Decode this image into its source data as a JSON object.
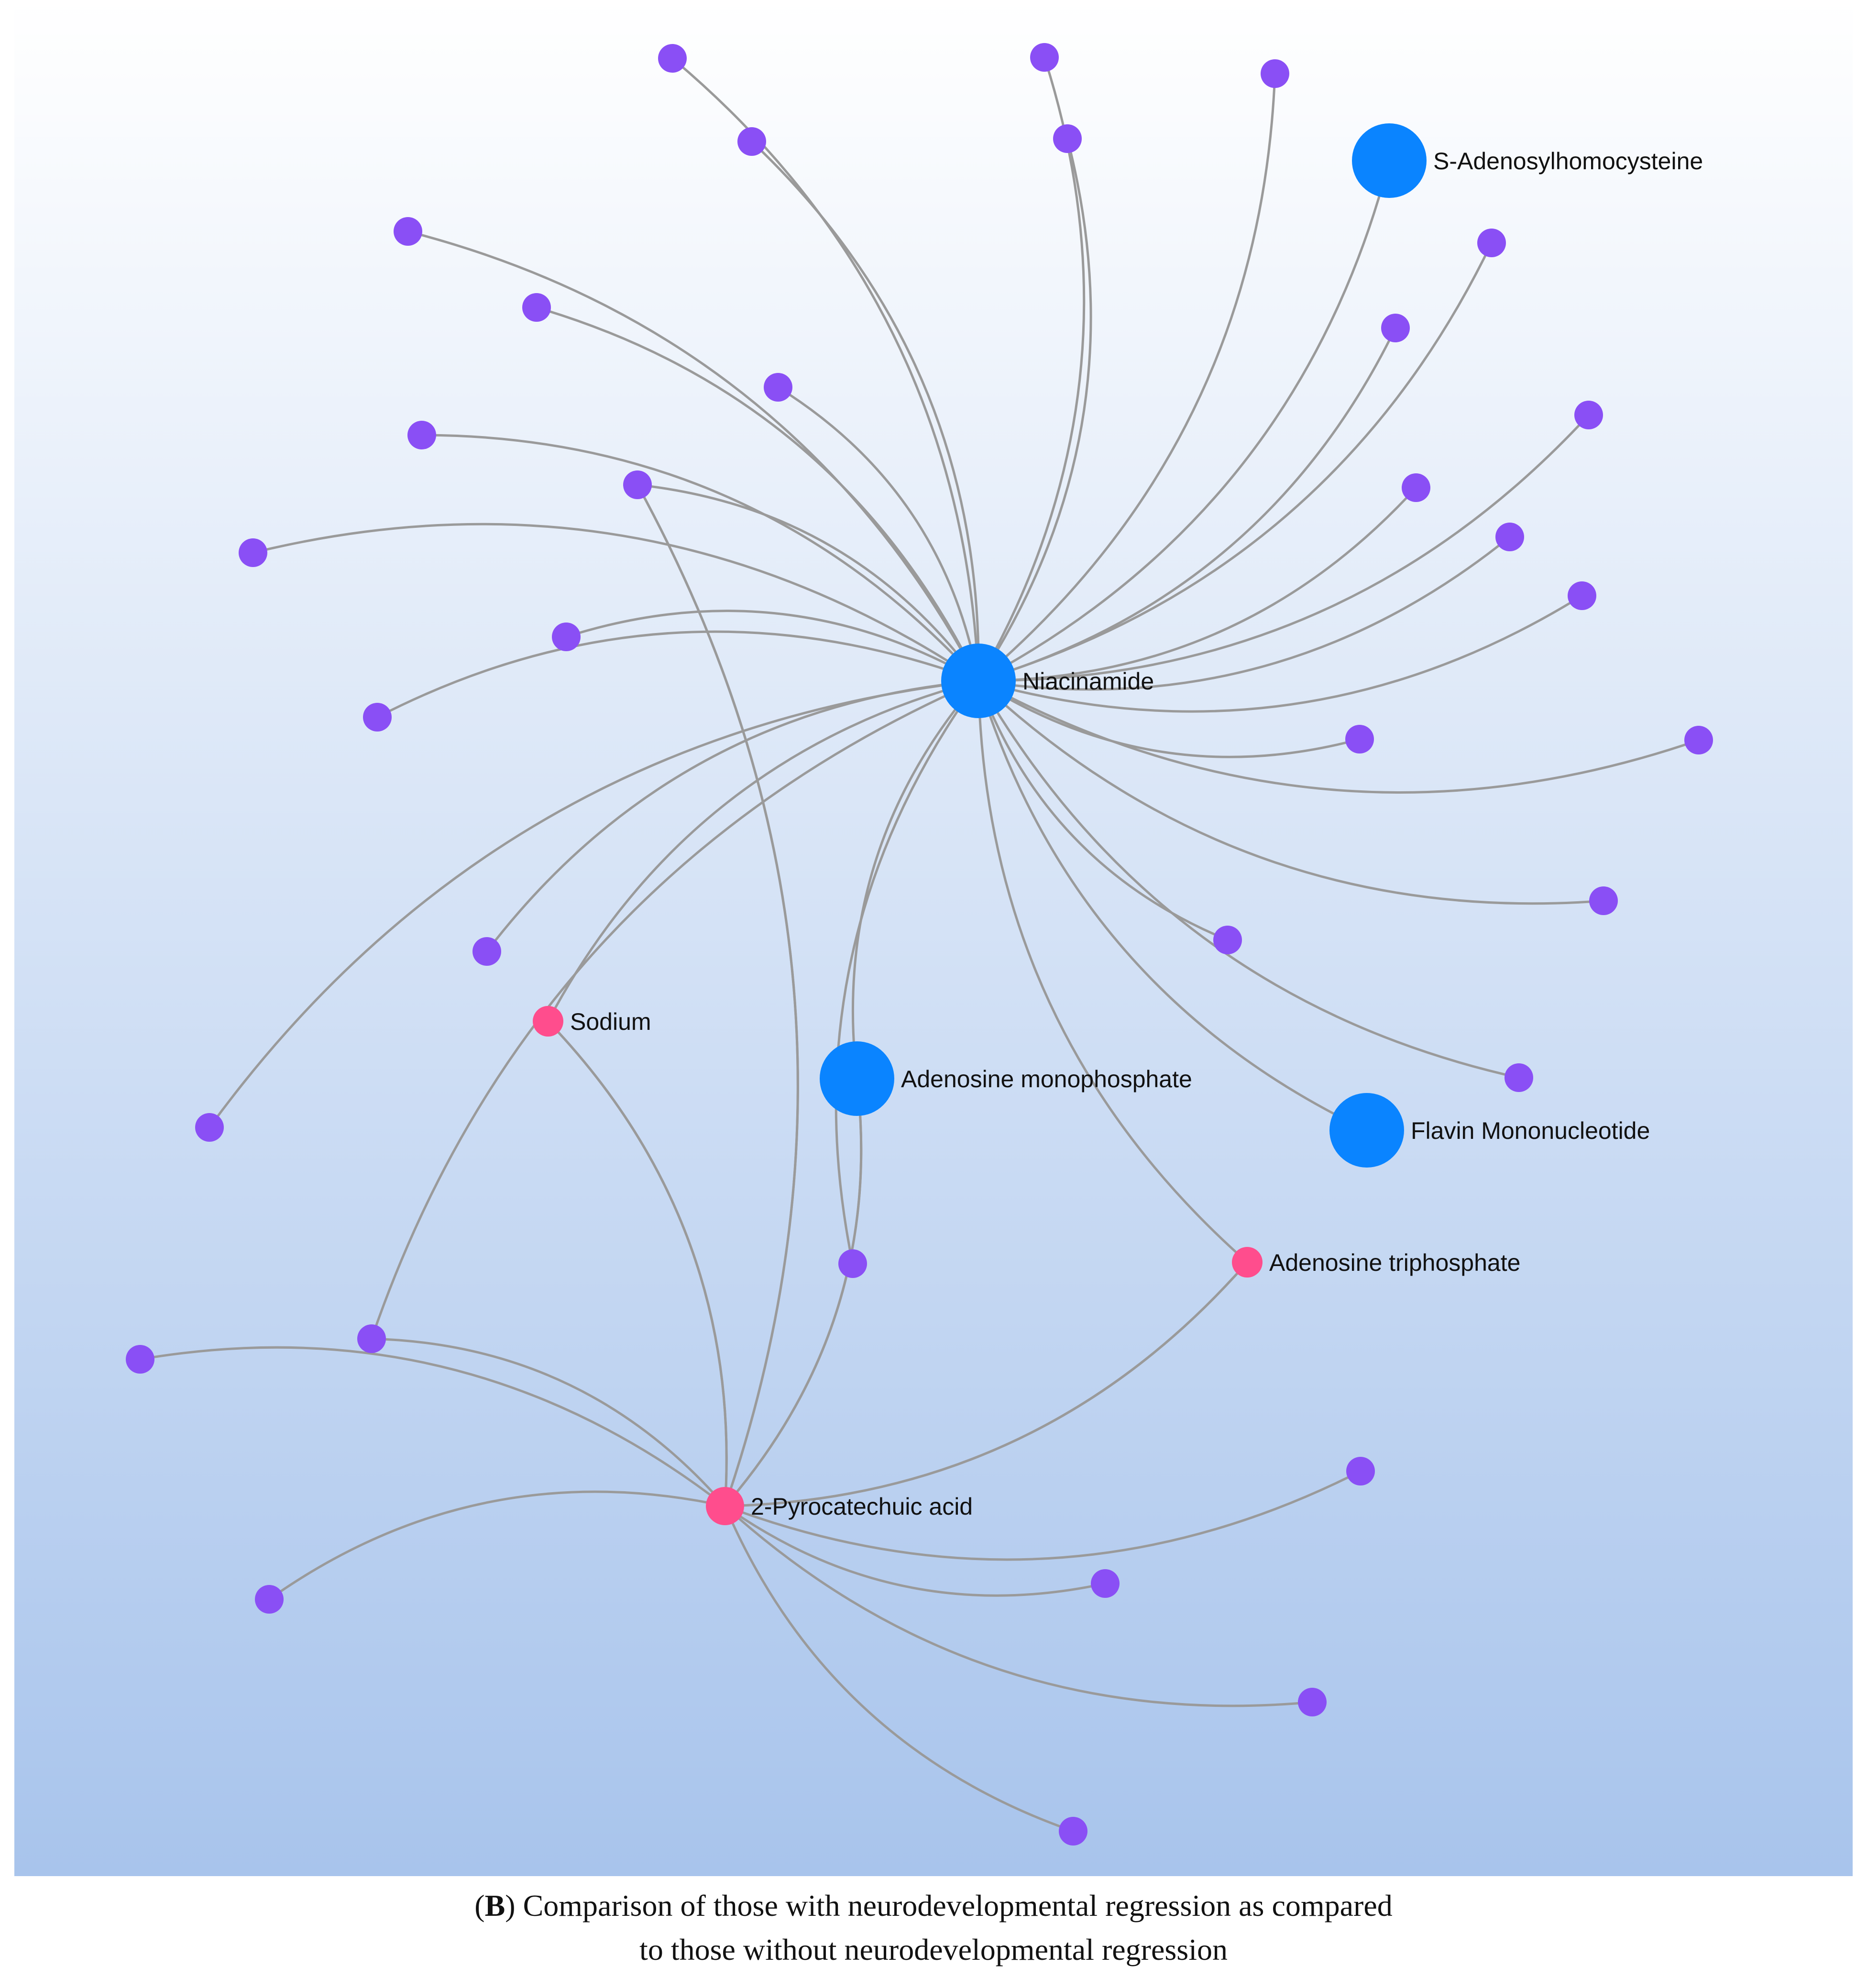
{
  "colors": {
    "background_top": "#ffffff",
    "background_bottom": "#a8c4ec",
    "edge": "#9a9a9a",
    "hub_node": "#0a84ff",
    "secondary_node": "#ff4d8d",
    "leaf_node": "#8a4ff5",
    "label_text": "#111111"
  },
  "network": {
    "nodes": [
      {
        "id": "niacinamide",
        "label": "Niacinamide",
        "group": "hub"
      },
      {
        "id": "sah",
        "label": "S-Adenosylhomocysteine",
        "group": "hub"
      },
      {
        "id": "amp",
        "label": "Adenosine monophosphate",
        "group": "hub"
      },
      {
        "id": "fmn",
        "label": "Flavin Mononucleotide",
        "group": "hub"
      },
      {
        "id": "sodium",
        "label": "Sodium",
        "group": "secondary"
      },
      {
        "id": "atp",
        "label": "Adenosine triphosphate",
        "group": "secondary"
      },
      {
        "id": "pyro",
        "label": "2-Pyrocatechuic acid",
        "group": "secondary"
      },
      {
        "id": "n1",
        "group": "leaf"
      },
      {
        "id": "n2",
        "group": "leaf"
      },
      {
        "id": "n3",
        "group": "leaf"
      },
      {
        "id": "n4",
        "group": "leaf"
      },
      {
        "id": "n5",
        "group": "leaf"
      },
      {
        "id": "n6",
        "group": "leaf"
      },
      {
        "id": "n7",
        "group": "leaf"
      },
      {
        "id": "n8",
        "group": "leaf"
      },
      {
        "id": "n9",
        "group": "leaf"
      },
      {
        "id": "n10",
        "group": "leaf"
      },
      {
        "id": "n11",
        "group": "leaf"
      },
      {
        "id": "n12",
        "group": "leaf"
      },
      {
        "id": "n13",
        "group": "leaf"
      },
      {
        "id": "n14",
        "group": "leaf"
      },
      {
        "id": "n15",
        "group": "leaf"
      },
      {
        "id": "n16",
        "group": "leaf"
      },
      {
        "id": "n17",
        "group": "leaf"
      },
      {
        "id": "n18",
        "group": "leaf"
      },
      {
        "id": "n19",
        "group": "leaf"
      },
      {
        "id": "n20",
        "group": "leaf"
      },
      {
        "id": "n21",
        "group": "leaf"
      },
      {
        "id": "n22",
        "group": "leaf"
      },
      {
        "id": "n23",
        "group": "leaf"
      },
      {
        "id": "n24",
        "group": "leaf"
      },
      {
        "id": "n25",
        "group": "leaf"
      },
      {
        "id": "n26",
        "group": "leaf"
      },
      {
        "id": "n27",
        "group": "leaf"
      },
      {
        "id": "n28",
        "group": "leaf"
      },
      {
        "id": "n29",
        "group": "leaf"
      },
      {
        "id": "n30",
        "group": "leaf"
      },
      {
        "id": "n31",
        "group": "leaf"
      },
      {
        "id": "n32",
        "group": "leaf"
      },
      {
        "id": "n33",
        "group": "leaf"
      },
      {
        "id": "n34",
        "group": "leaf"
      },
      {
        "id": "n35",
        "group": "leaf"
      },
      {
        "id": "n36",
        "group": "leaf"
      },
      {
        "id": "n37",
        "group": "leaf"
      },
      {
        "id": "n38",
        "group": "leaf"
      },
      {
        "id": "n39",
        "group": "leaf"
      }
    ],
    "edges": [
      [
        "niacinamide",
        "n1"
      ],
      [
        "niacinamide",
        "n2"
      ],
      [
        "niacinamide",
        "n3"
      ],
      [
        "niacinamide",
        "n4"
      ],
      [
        "niacinamide",
        "n5"
      ],
      [
        "niacinamide",
        "n6"
      ],
      [
        "niacinamide",
        "n7"
      ],
      [
        "niacinamide",
        "n8"
      ],
      [
        "niacinamide",
        "n9"
      ],
      [
        "niacinamide",
        "n10"
      ],
      [
        "niacinamide",
        "n11"
      ],
      [
        "niacinamide",
        "n12"
      ],
      [
        "niacinamide",
        "n13"
      ],
      [
        "niacinamide",
        "n14"
      ],
      [
        "niacinamide",
        "n15"
      ],
      [
        "niacinamide",
        "n16"
      ],
      [
        "niacinamide",
        "n17"
      ],
      [
        "niacinamide",
        "n18"
      ],
      [
        "niacinamide",
        "n19"
      ],
      [
        "niacinamide",
        "n20"
      ],
      [
        "niacinamide",
        "n21"
      ],
      [
        "niacinamide",
        "n22"
      ],
      [
        "niacinamide",
        "n23"
      ],
      [
        "niacinamide",
        "n24"
      ],
      [
        "niacinamide",
        "n25"
      ],
      [
        "niacinamide",
        "n26"
      ],
      [
        "niacinamide",
        "n27"
      ],
      [
        "niacinamide",
        "n28"
      ],
      [
        "niacinamide",
        "sah"
      ],
      [
        "niacinamide",
        "fmn"
      ],
      [
        "niacinamide",
        "amp"
      ],
      [
        "niacinamide",
        "sodium"
      ],
      [
        "niacinamide",
        "atp"
      ],
      [
        "pyro",
        "sodium"
      ],
      [
        "pyro",
        "amp"
      ],
      [
        "pyro",
        "atp"
      ],
      [
        "pyro",
        "n10"
      ],
      [
        "pyro",
        "n29"
      ],
      [
        "pyro",
        "n30"
      ],
      [
        "pyro",
        "n31"
      ],
      [
        "pyro",
        "n32"
      ],
      [
        "pyro",
        "n33"
      ],
      [
        "pyro",
        "n34"
      ],
      [
        "pyro",
        "n35"
      ],
      [
        "pyro",
        "n36"
      ],
      [
        "pyro",
        "n37"
      ],
      [
        "pyro",
        "n38"
      ],
      [
        "pyro",
        "n39"
      ]
    ]
  },
  "caption": {
    "panel_letter": "B",
    "line1_rest": ") Comparison of those with neurodevelopmental regression as compared",
    "line2": "to those without neurodevelopmental regression"
  }
}
